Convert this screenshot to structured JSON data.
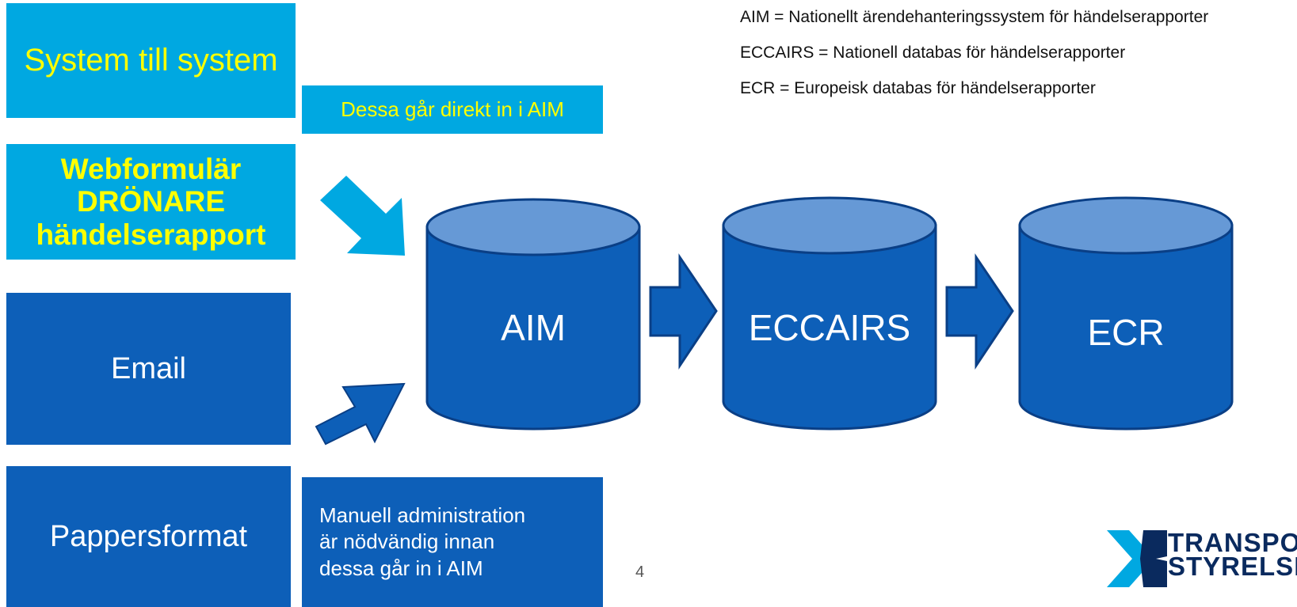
{
  "sources": {
    "system": "System till system",
    "web": "Webformulär\nDRÖNARE\nhändelserapport",
    "email": "Email",
    "paper": "Pappersformat"
  },
  "notes": {
    "direct": "Dessa går direkt in i AIM",
    "manual": "Manuell administration\när nödvändig innan\ndessa går in i AIM"
  },
  "legend": [
    "AIM = Nationellt ärendehanteringssystem för händelserapporter",
    "ECCAIRS = Nationell databas för händelserapporter",
    "ECR = Europeisk databas för händelserapporter"
  ],
  "databases": [
    "AIM",
    "ECCAIRS",
    "ECR"
  ],
  "page_number": "4",
  "logo": {
    "text": "TRANSPORT\nSTYRELSEN"
  },
  "colors": {
    "light_blue": "#00a8e1",
    "dark_blue": "#0d5fb8",
    "cylinder_top": "#6699d6",
    "cylinder_outline": "#0a3f86",
    "label_yellow": "#ffff00"
  }
}
